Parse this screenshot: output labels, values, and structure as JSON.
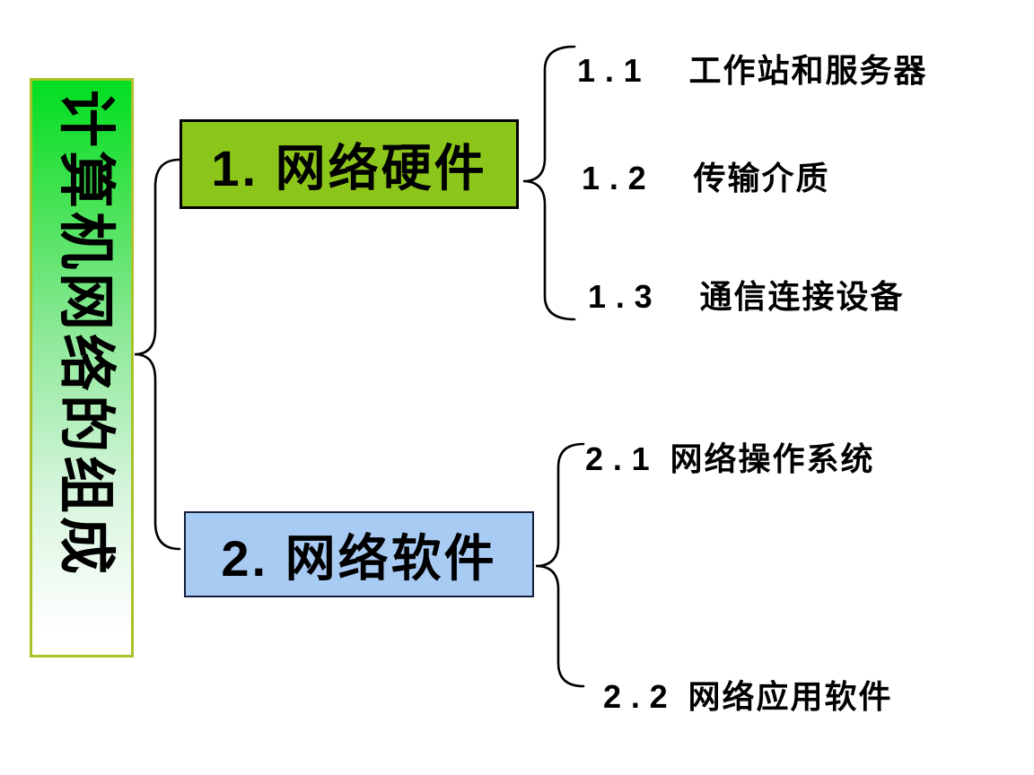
{
  "root": {
    "title": "计算机网络的组成"
  },
  "hardware": {
    "label": "1. 网络硬件",
    "items": [
      {
        "number": "1.1",
        "label": "工作站和服务器"
      },
      {
        "number": "1.2",
        "label": "传输介质"
      },
      {
        "number": "1.3",
        "label": "通信连接设备"
      }
    ]
  },
  "software": {
    "label": "2. 网络软件",
    "items": [
      {
        "number": "2.1",
        "label": "网络操作系统"
      },
      {
        "number": "2.2",
        "label": "网络应用软件"
      }
    ]
  },
  "colors": {
    "hardware_fill": "#8DC61B",
    "hardware_border": "#000000",
    "software_fill": "#A8CBF4",
    "software_border": "#14203A",
    "title_gradient_top": "#00DE20",
    "title_gradient_bottom": "#FFFFFF",
    "title_border": "#A9C226",
    "text_color": "#000000"
  }
}
